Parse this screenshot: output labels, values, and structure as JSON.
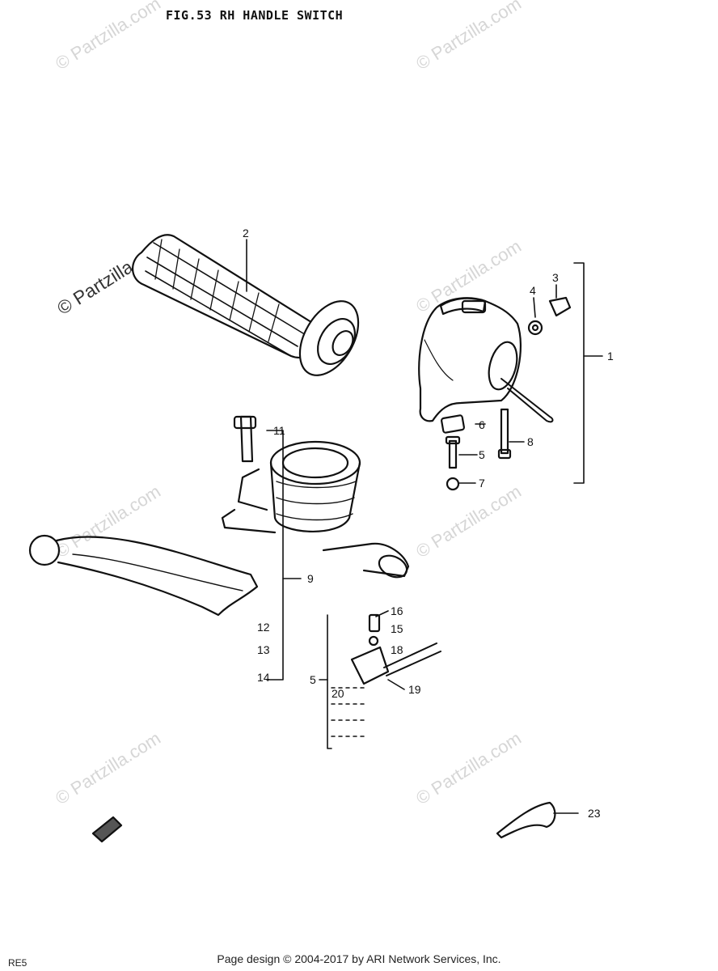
{
  "header": {
    "title": "FIG.53  RH HANDLE SWITCH"
  },
  "watermark": {
    "text": "© Partzilla.com"
  },
  "footer": {
    "copyright": "Page design © 2004-2017 by ARI Network Services, Inc."
  },
  "corner_code": "RE5",
  "callouts": {
    "c1": "1",
    "c2": "2",
    "c3": "3",
    "c4": "4",
    "c5": "5",
    "c6": "6",
    "c7": "7",
    "c8": "8",
    "c9": "9",
    "c11": "11",
    "c12": "12",
    "c13": "13",
    "c14": "14",
    "c15": "15",
    "c16": "16",
    "c18": "18",
    "c19": "19",
    "c20": "20",
    "c23": "23"
  },
  "colors": {
    "ink": "#111111",
    "watermark": "#d6d6d6"
  }
}
